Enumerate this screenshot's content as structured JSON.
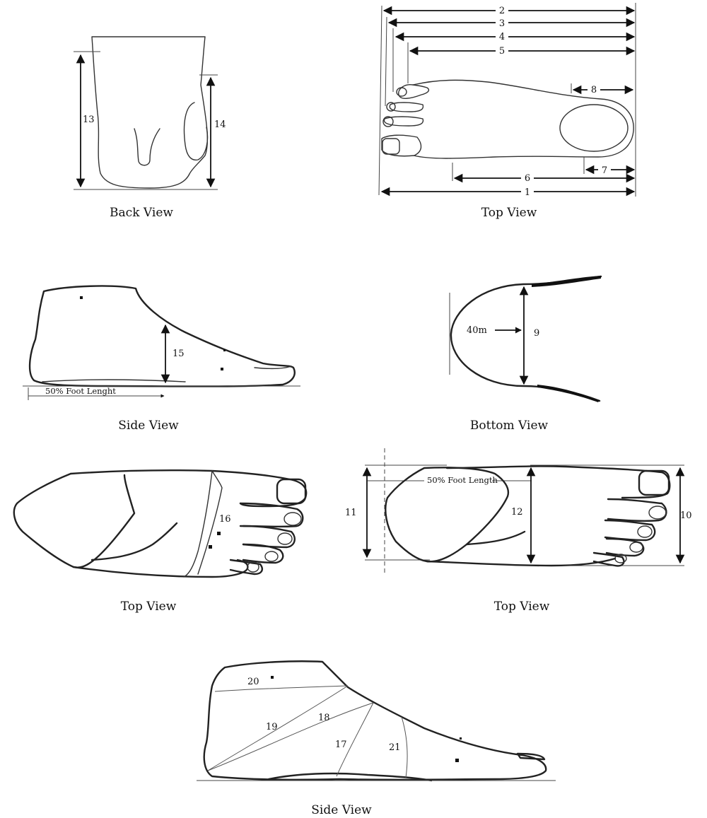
{
  "captions": {
    "back": "Back View",
    "top1": "Top View",
    "side1": "Side View",
    "bottom": "Bottom View",
    "top2": "Top View",
    "top3": "Top View",
    "side2": "Side View"
  },
  "labels": {
    "m1": "1",
    "m2": "2",
    "m3": "3",
    "m4": "4",
    "m5": "5",
    "m6": "6",
    "m7": "7",
    "m8": "8",
    "m9": "9",
    "m10": "10",
    "m11": "11",
    "m12": "12",
    "m13": "13",
    "m14": "14",
    "m15": "15",
    "m16": "16",
    "m17": "17",
    "m18": "18",
    "m19": "19",
    "m20": "20",
    "m21": "21"
  },
  "texts": {
    "foot_lenght_side": "50% Foot Lenght",
    "foot_length_top": "50% Foot Length",
    "forty_m": "40m"
  }
}
